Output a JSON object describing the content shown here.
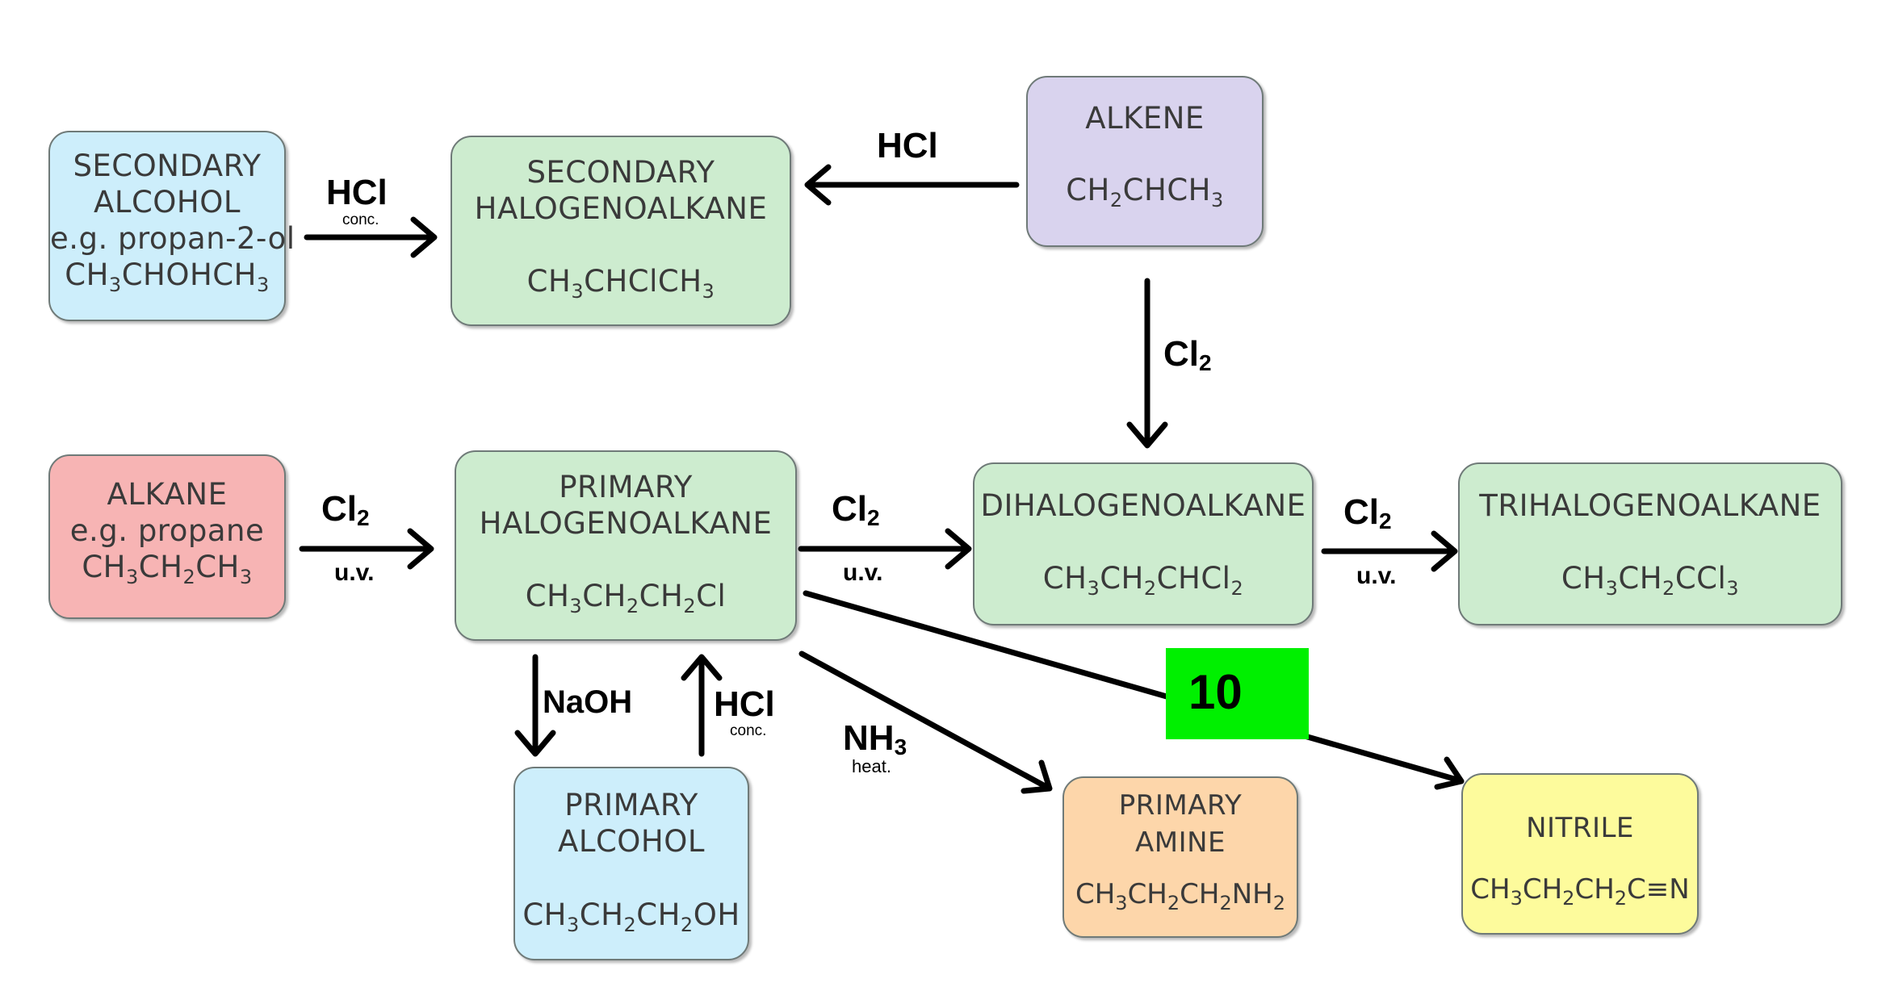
{
  "boxes": {
    "secondary_alcohol": {
      "name": "SECONDARY ALCOHOL",
      "lines": [
        "SECONDARY",
        "ALCOHOL",
        "e.g. propan-2-ol"
      ],
      "formula": [
        [
          "CH",
          "3"
        ],
        [
          "CHOHCH",
          "3"
        ]
      ]
    },
    "secondary_halogenoalkane": {
      "lines": [
        "SECONDARY",
        "HALOGENOALKANE"
      ],
      "formula": [
        [
          "CH",
          "3"
        ],
        [
          "CHClCH",
          "3"
        ]
      ]
    },
    "alkene": {
      "lines": [
        "ALKENE"
      ],
      "formula": [
        [
          "CH",
          "2"
        ],
        [
          "CHCH",
          "3"
        ]
      ]
    },
    "alkane": {
      "lines": [
        "ALKANE",
        "e.g. propane"
      ],
      "formula": [
        [
          "CH",
          "3"
        ],
        [
          "CH",
          "2"
        ],
        [
          "CH",
          "3"
        ]
      ]
    },
    "primary_halogenoalkane": {
      "lines": [
        "PRIMARY",
        "HALOGENOALKANE"
      ],
      "formula": [
        [
          "CH",
          "3"
        ],
        [
          "CH",
          "2"
        ],
        [
          "CH",
          "2"
        ],
        [
          "Cl",
          ""
        ]
      ]
    },
    "dihalogenoalkane": {
      "lines": [
        "DIHALOGENOALKANE"
      ],
      "formula": [
        [
          "CH",
          "3"
        ],
        [
          "CH",
          "2"
        ],
        [
          "CHCl",
          "2"
        ]
      ]
    },
    "trihalogenoalkane": {
      "lines": [
        "TRIHALOGENOALKANE"
      ],
      "formula": [
        [
          "CH",
          "3"
        ],
        [
          "CH",
          "2"
        ],
        [
          "CCl",
          "3"
        ]
      ]
    },
    "primary_alcohol": {
      "lines": [
        "PRIMARY",
        "ALCOHOL"
      ],
      "formula": [
        [
          "CH",
          "3"
        ],
        [
          "CH",
          "2"
        ],
        [
          "CH",
          "2"
        ],
        [
          "OH",
          ""
        ]
      ]
    },
    "primary_amine": {
      "lines": [
        "PRIMARY",
        "AMINE"
      ],
      "formula": [
        [
          "CH",
          "3"
        ],
        [
          "CH",
          "2"
        ],
        [
          "CH",
          "2"
        ],
        [
          "NH",
          "2"
        ]
      ]
    },
    "nitrile": {
      "lines": [
        "NITRILE"
      ],
      "formula": [
        [
          "CH",
          "3"
        ],
        [
          "CH",
          "2"
        ],
        [
          "CH",
          "2"
        ],
        [
          "C≡N",
          ""
        ]
      ]
    }
  },
  "reagents": {
    "hcl": "HCl",
    "conc": "conc.",
    "cl": "Cl",
    "cl_sub": "2",
    "uv": "u.v.",
    "naoh": "NaOH",
    "nh": "NH",
    "nh_sub": "3",
    "heat": "heat."
  },
  "badge": "10",
  "colors": {
    "green": "#cdeccf",
    "blue": "#cdeefb",
    "purple": "#d9d3ee",
    "red": "#f7b4b4",
    "orange": "#fdd6aa",
    "yellow": "#fdfb9c",
    "badge": "#00f000"
  }
}
